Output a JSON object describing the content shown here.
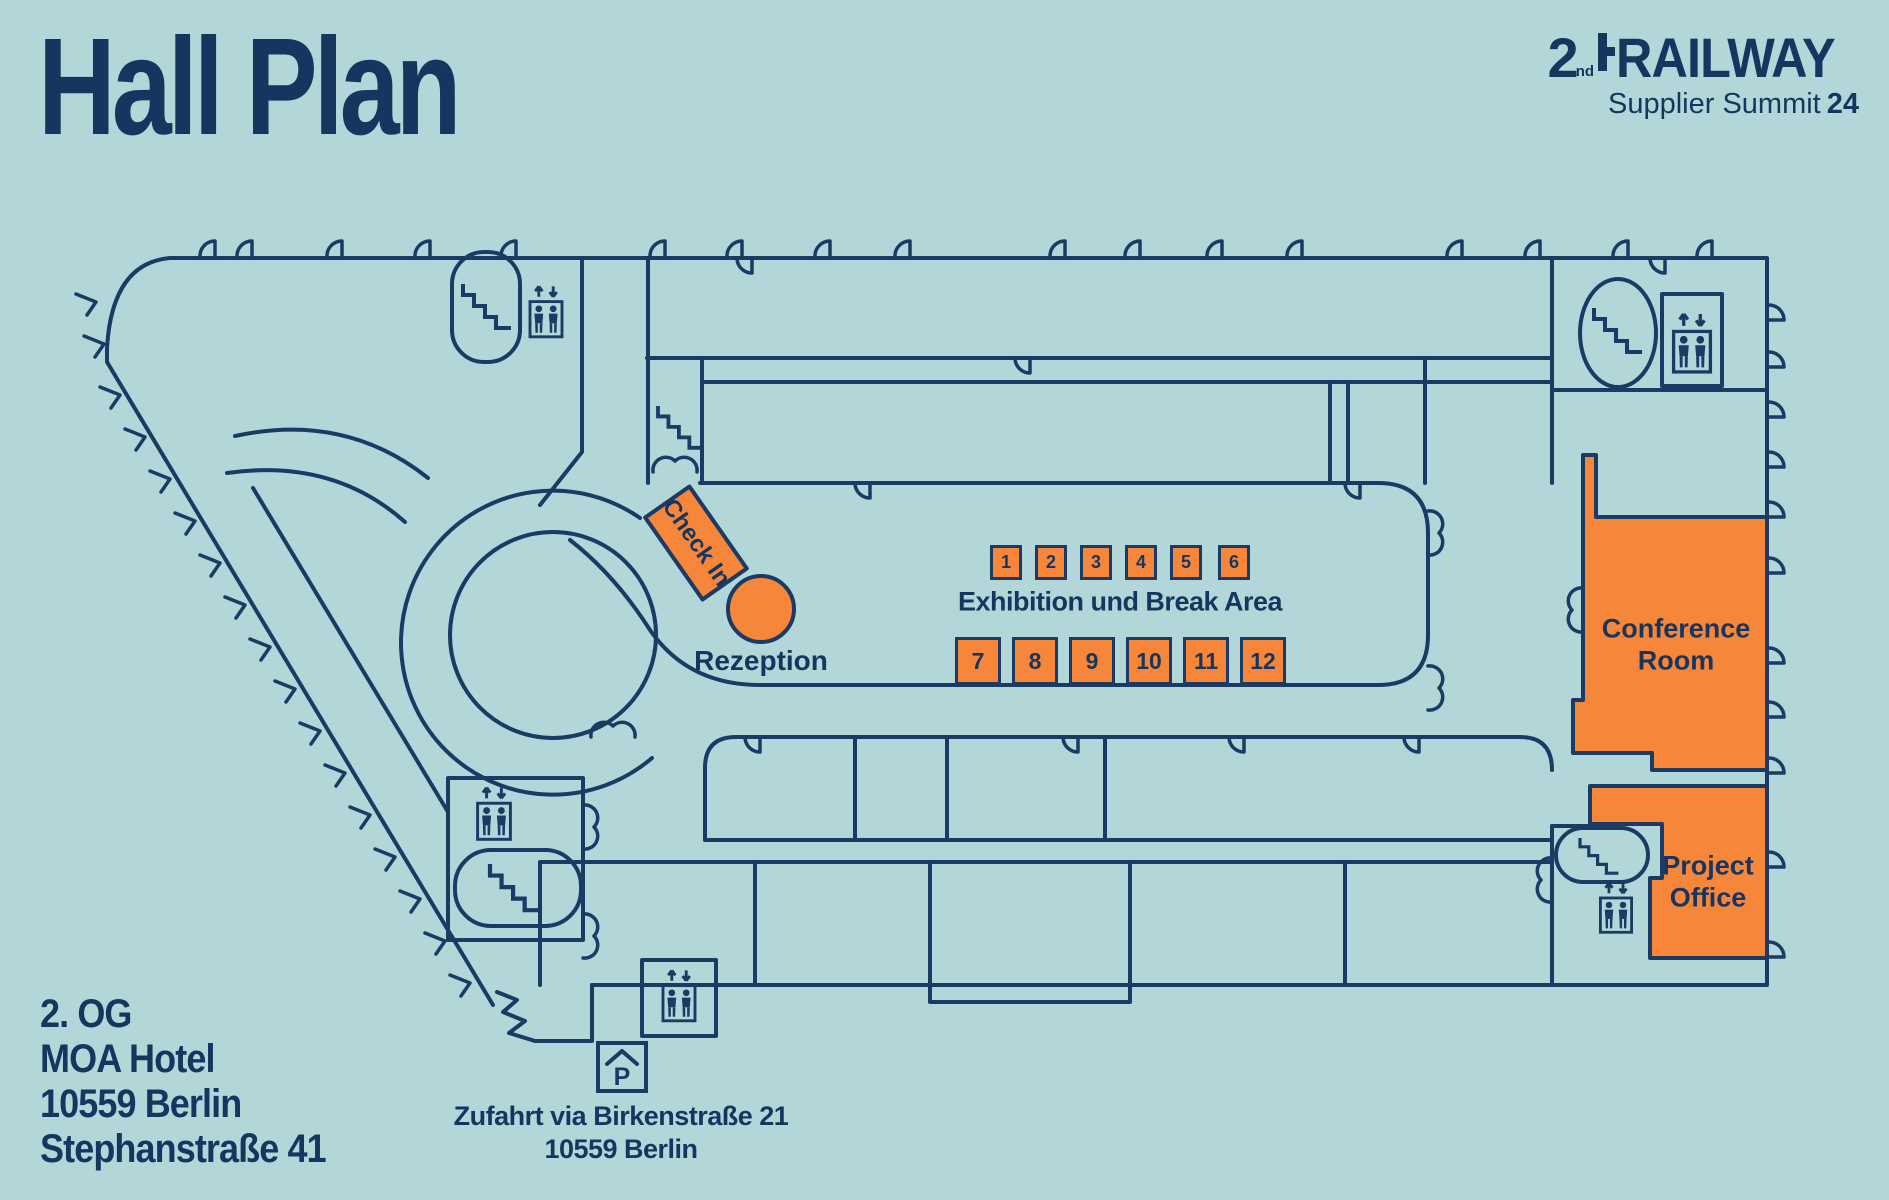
{
  "title": "Hall Plan",
  "logo": {
    "number": "2",
    "ordinal": "nd",
    "brand": "RAILWAY",
    "subtitle": "Supplier Summit",
    "year": "24"
  },
  "plan": {
    "check_in": "Check In",
    "reception": "Rezeption",
    "exhibition_area": "Exhibition und Break Area",
    "conference_room": {
      "line1": "Conference",
      "line2": "Room"
    },
    "project_office": {
      "line1": "Project",
      "line2": "Office"
    },
    "booths_row1": [
      "1",
      "2",
      "3",
      "4",
      "5",
      "6"
    ],
    "booths_row2": [
      "7",
      "8",
      "9",
      "10",
      "11",
      "12"
    ]
  },
  "floor_info": {
    "line1": "2. OG",
    "line2": "MOA Hotel",
    "line3": "10559 Berlin",
    "line4": "Stephanstraße 41"
  },
  "parking": {
    "icon_letter": "P",
    "line1": "Zufahrt via Birkenstraße 21",
    "line2": "10559 Berlin"
  },
  "colors": {
    "background": "#b3d7d8",
    "line_navy": "#1b3a64",
    "accent_orange": "#f6873a",
    "text_navy": "#17365f"
  }
}
